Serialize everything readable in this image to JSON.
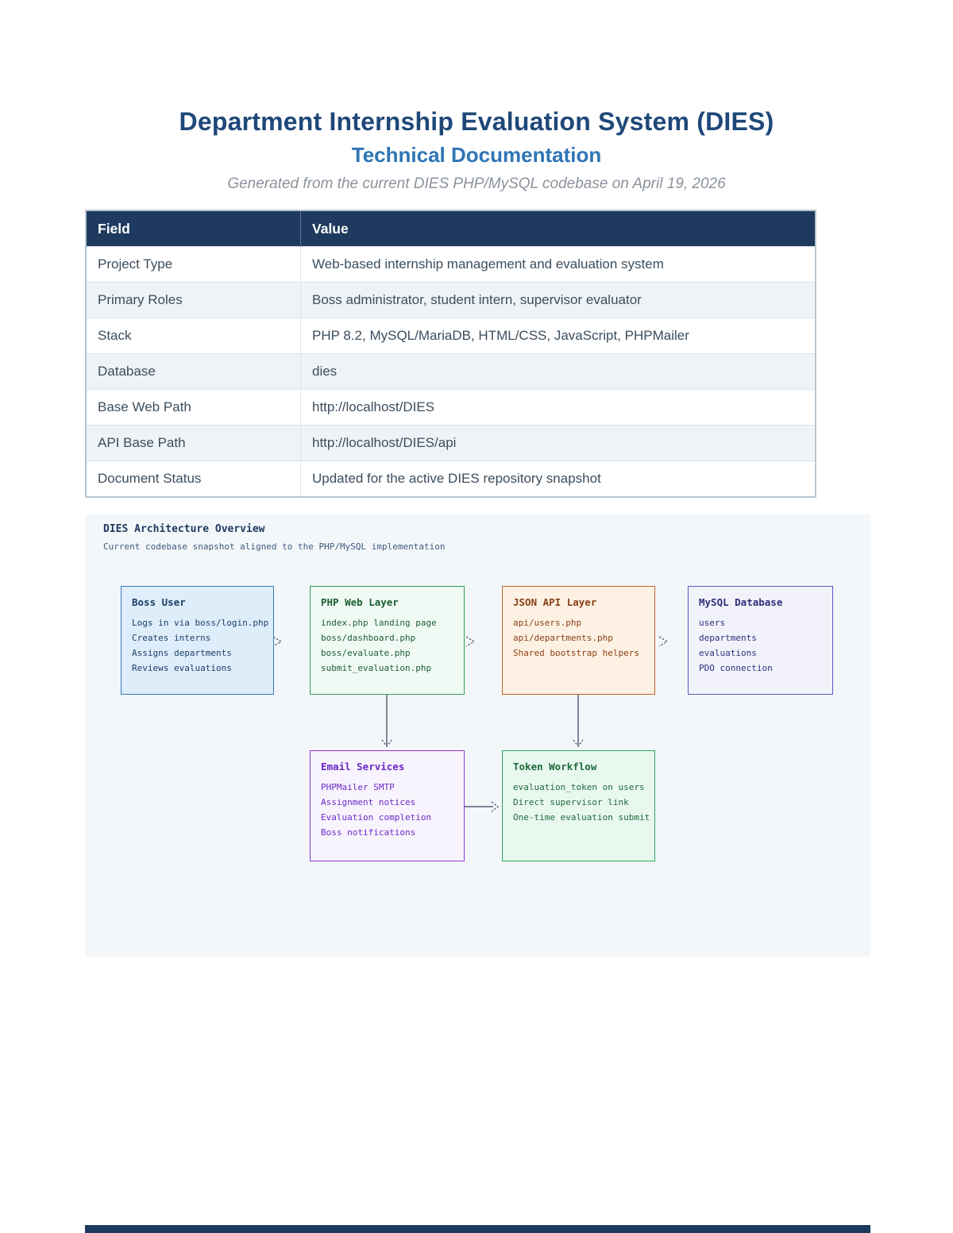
{
  "theme": {
    "title_color": "#1f4879",
    "subtitle_color": "#2e75b6",
    "note_color": "#8b929c",
    "table_header_bg": "#1e3a5f",
    "table_border": "#b7c5d1",
    "row_alt_bg": "#eef3f8",
    "cell_text": "#3d4d5c",
    "panel_bg": "#f3f7fa",
    "diagram_text": "#1e3a5f",
    "connector": "#546178"
  },
  "page": {
    "title": "Department Internship Evaluation System (DIES)",
    "subtitle": "Technical Documentation",
    "generated_note": "Generated from the current DIES PHP/MySQL codebase on April 19, 2026"
  },
  "info_table": {
    "headers": [
      "Field",
      "Value"
    ],
    "rows": [
      [
        "Project Type",
        "Web-based internship management and evaluation system"
      ],
      [
        "Primary Roles",
        "Boss administrator, student intern, supervisor evaluator"
      ],
      [
        "Stack",
        "PHP 8.2, MySQL/MariaDB, HTML/CSS, JavaScript, PHPMailer"
      ],
      [
        "Database",
        "dies"
      ],
      [
        "Base Web Path",
        "http://localhost/DIES"
      ],
      [
        "API Base Path",
        "http://localhost/DIES/api"
      ],
      [
        "Document Status",
        "Updated for the active DIES repository snapshot"
      ]
    ]
  },
  "diagram": {
    "title": "DIES Architecture Overview",
    "subtitle": "Current codebase snapshot aligned to the PHP/MySQL implementation",
    "nodes": [
      {
        "id": "boss-user",
        "title": "Boss User",
        "lines": [
          "Logs in via boss/login.php",
          "Creates interns",
          "Assigns departments",
          "Reviews evaluations"
        ],
        "fill": "#ddedfa",
        "border": "#3579b8",
        "text": "#1d3f66"
      },
      {
        "id": "php-web-layer",
        "title": "PHP Web Layer",
        "lines": [
          "index.php landing page",
          "boss/dashboard.php",
          "boss/evaluate.php",
          "submit_evaluation.php"
        ],
        "fill": "#f0faf4",
        "border": "#2f9e57",
        "text": "#1c5c33"
      },
      {
        "id": "json-api-layer",
        "title": "JSON API Layer",
        "lines": [
          "api/users.php",
          "api/departments.php",
          "Shared bootstrap helpers"
        ],
        "fill": "#fdf1e3",
        "border": "#c2622a",
        "text": "#8a4016"
      },
      {
        "id": "mysql-database",
        "title": "MySQL Database",
        "lines": [
          "users",
          "departments",
          "evaluations",
          "PDO connection"
        ],
        "fill": "#f2f2fb",
        "border": "#5956c8",
        "text": "#2e2e7c"
      },
      {
        "id": "email-services",
        "title": "Email Services",
        "lines": [
          "PHPMailer SMTP",
          "Assignment notices",
          "Evaluation completion",
          "Boss notifications"
        ],
        "fill": "#f8f4fd",
        "border": "#9137d6",
        "text": "#6d28c9"
      },
      {
        "id": "token-workflow",
        "title": "Token Workflow",
        "lines": [
          "evaluation_token on users",
          "Direct supervisor link",
          "One-time evaluation submit"
        ],
        "fill": "#e9f8ef",
        "border": "#2ca85d",
        "text": "#1e6b3d"
      }
    ],
    "edges": [
      {
        "from": "boss-user",
        "to": "php-web-layer"
      },
      {
        "from": "php-web-layer",
        "to": "json-api-layer"
      },
      {
        "from": "json-api-layer",
        "to": "mysql-database"
      },
      {
        "from": "php-web-layer",
        "to": "email-services"
      },
      {
        "from": "json-api-layer",
        "to": "token-workflow"
      },
      {
        "from": "email-services",
        "to": "token-workflow"
      }
    ]
  }
}
